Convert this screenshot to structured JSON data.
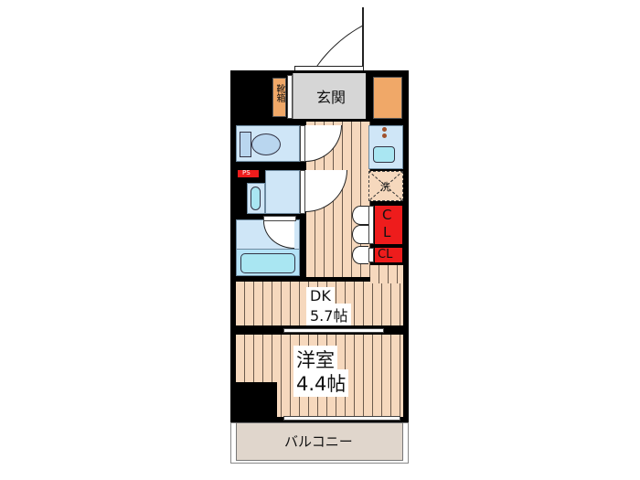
{
  "floorplan": {
    "rooms": {
      "entrance": {
        "label": "玄関"
      },
      "shoe_box": {
        "label": "靴箱"
      },
      "dk": {
        "name": "DK",
        "size": "5.7帖"
      },
      "western_room": {
        "name": "洋室",
        "size": "4.4帖"
      },
      "balcony": {
        "label": "バルコニー"
      },
      "ps": {
        "label": "PS"
      },
      "closet_1": {
        "label_line1": "C",
        "label_line2": "L"
      },
      "closet_2": {
        "label": "CL"
      },
      "washer": {
        "label": "洗"
      }
    },
    "colors": {
      "wall": "#000000",
      "floor": "#f6d8bd",
      "wet_area": "#cfe6f7",
      "storage_orange": "#f0a868",
      "closet_red": "#ee1c1c",
      "entrance_gray": "#d6d6d6",
      "balcony": "#e0d6cc"
    }
  }
}
